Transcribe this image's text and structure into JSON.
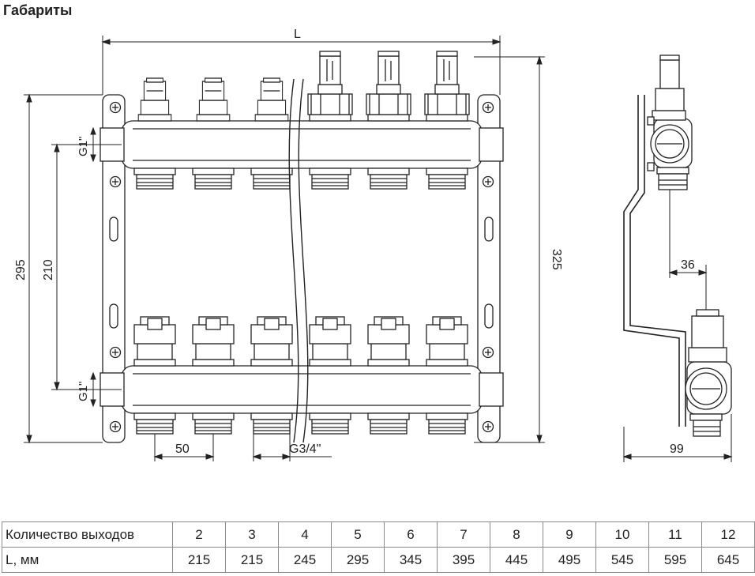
{
  "title": "Габариты",
  "dimensions": {
    "length": "L",
    "height_total": "325",
    "height_frame": "295",
    "axis_distance": "210",
    "outlet_pitch": "50",
    "outlet_thread": "G3/4\"",
    "main_thread_top": "G1\"",
    "main_thread_bottom": "G1\"",
    "side_offset": "36",
    "side_depth": "99"
  },
  "table": {
    "row1_label": "Количество выходов",
    "row2_label": "L, мм",
    "outlets": [
      "2",
      "3",
      "4",
      "5",
      "6",
      "7",
      "8",
      "9",
      "10",
      "11",
      "12"
    ],
    "lengths": [
      "215",
      "215",
      "245",
      "295",
      "345",
      "395",
      "445",
      "495",
      "545",
      "595",
      "645"
    ]
  }
}
